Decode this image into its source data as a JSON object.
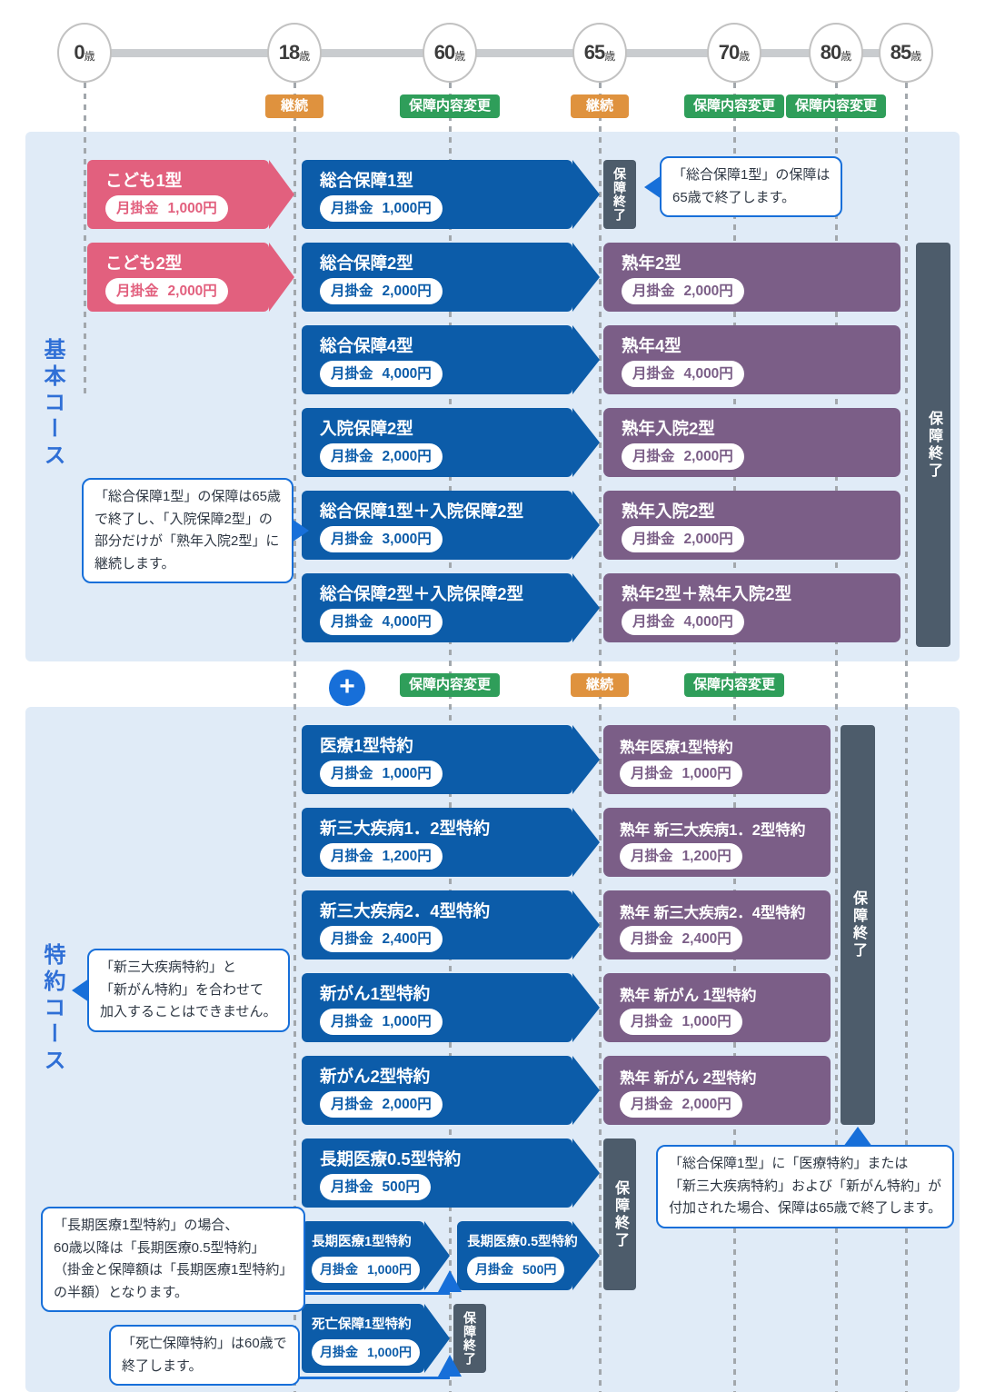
{
  "colors": {
    "blue": "#0c5ca9",
    "pink": "#e2607e",
    "purple": "#7b5e87",
    "slate": "#4d5c6b",
    "green": "#2f9e5a",
    "orange": "#df923e",
    "accent": "#176fd9",
    "panel": "#e0ebf7",
    "text": "#2e3743",
    "dash_gray": "#a2a7ac",
    "timeline_gray": "#c9cccf"
  },
  "icons": {
    "plus": "+"
  },
  "timeline": {
    "ages": [
      {
        "age": "0",
        "num": "0",
        "unit": "歳"
      },
      {
        "age": "18",
        "num": "18",
        "unit": "歳"
      },
      {
        "age": "60",
        "num": "60",
        "unit": "歳"
      },
      {
        "age": "65",
        "num": "65",
        "unit": "歳"
      },
      {
        "age": "70",
        "num": "70",
        "unit": "歳"
      },
      {
        "age": "80",
        "num": "80",
        "unit": "歳"
      },
      {
        "age": "85",
        "num": "85",
        "unit": "歳"
      }
    ]
  },
  "badges_top": [
    {
      "label": "継続",
      "type": "orange",
      "at": "18"
    },
    {
      "label": "保障内容変更",
      "type": "green",
      "at": "60"
    },
    {
      "label": "継続",
      "type": "orange",
      "at": "65"
    },
    {
      "label": "保障内容変更",
      "type": "green",
      "at": "70"
    },
    {
      "label": "保障内容変更",
      "type": "green",
      "at": "80"
    }
  ],
  "badges_mid": [
    {
      "label": "保障内容変更",
      "type": "green",
      "at": "60"
    },
    {
      "label": "継続",
      "type": "orange",
      "at": "65"
    },
    {
      "label": "保障内容変更",
      "type": "green",
      "at": "70"
    }
  ],
  "sections": {
    "basic": {
      "label": "基本コース",
      "rows": [
        {
          "segments": [
            {
              "kind": "pink",
              "from": "0",
              "to": "18",
              "title": "こども1型",
              "fee_label": "月掛金",
              "fee": "1,000円"
            },
            {
              "kind": "blue",
              "from": "18",
              "to": "65",
              "title": "総合保障1型",
              "fee_label": "月掛金",
              "fee": "1,000円"
            },
            {
              "kind": "endbar",
              "at": "65",
              "label": "保障終了"
            }
          ]
        },
        {
          "segments": [
            {
              "kind": "pink",
              "from": "0",
              "to": "18",
              "title": "こども2型",
              "fee_label": "月掛金",
              "fee": "2,000円"
            },
            {
              "kind": "blue",
              "from": "18",
              "to": "65",
              "title": "総合保障2型",
              "fee_label": "月掛金",
              "fee": "2,000円"
            },
            {
              "kind": "purple",
              "from": "65",
              "to": "85",
              "title": "熟年2型",
              "fee_label": "月掛金",
              "fee": "2,000円"
            }
          ]
        },
        {
          "segments": [
            {
              "kind": "blue",
              "from": "18",
              "to": "65",
              "title": "総合保障4型",
              "fee_label": "月掛金",
              "fee": "4,000円"
            },
            {
              "kind": "purple",
              "from": "65",
              "to": "85",
              "title": "熟年4型",
              "fee_label": "月掛金",
              "fee": "4,000円"
            }
          ]
        },
        {
          "segments": [
            {
              "kind": "blue",
              "from": "18",
              "to": "65",
              "title": "入院保障2型",
              "fee_label": "月掛金",
              "fee": "2,000円"
            },
            {
              "kind": "purple",
              "from": "65",
              "to": "85",
              "title": "熟年入院2型",
              "fee_label": "月掛金",
              "fee": "2,000円"
            }
          ]
        },
        {
          "segments": [
            {
              "kind": "blue",
              "from": "18",
              "to": "65",
              "title": "総合保障1型＋入院保障2型",
              "fee_label": "月掛金",
              "fee": "3,000円"
            },
            {
              "kind": "purple",
              "from": "65",
              "to": "85",
              "title": "熟年入院2型",
              "fee_label": "月掛金",
              "fee": "2,000円"
            }
          ]
        },
        {
          "segments": [
            {
              "kind": "blue",
              "from": "18",
              "to": "65",
              "title": "総合保障2型＋入院保障2型",
              "fee_label": "月掛金",
              "fee": "4,000円"
            },
            {
              "kind": "purple",
              "from": "65",
              "to": "85",
              "title": "熟年2型＋熟年入院2型",
              "fee_label": "月掛金",
              "fee": "4,000円"
            }
          ]
        }
      ]
    },
    "rider": {
      "label": "特約コース",
      "rows": [
        {
          "segments": [
            {
              "kind": "blue",
              "from": "18",
              "to": "65",
              "title": "医療1型特約",
              "fee_label": "月掛金",
              "fee": "1,000円"
            },
            {
              "kind": "purple",
              "from": "65",
              "to": "80",
              "title": "熟年医療1型特約",
              "fee_label": "月掛金",
              "fee": "1,000円"
            }
          ]
        },
        {
          "segments": [
            {
              "kind": "blue",
              "from": "18",
              "to": "65",
              "title": "新三大疾病1．2型特約",
              "fee_label": "月掛金",
              "fee": "1,200円"
            },
            {
              "kind": "purple",
              "from": "65",
              "to": "80",
              "title": "熟年 新三大疾病1．2型特約",
              "fee_label": "月掛金",
              "fee": "1,200円"
            }
          ]
        },
        {
          "segments": [
            {
              "kind": "blue",
              "from": "18",
              "to": "65",
              "title": "新三大疾病2．4型特約",
              "fee_label": "月掛金",
              "fee": "2,400円"
            },
            {
              "kind": "purple",
              "from": "65",
              "to": "80",
              "title": "熟年 新三大疾病2．4型特約",
              "fee_label": "月掛金",
              "fee": "2,400円"
            }
          ]
        },
        {
          "segments": [
            {
              "kind": "blue",
              "from": "18",
              "to": "65",
              "title": "新がん1型特約",
              "fee_label": "月掛金",
              "fee": "1,000円"
            },
            {
              "kind": "purple",
              "from": "65",
              "to": "80",
              "title": "熟年 新がん 1型特約",
              "fee_label": "月掛金",
              "fee": "1,000円"
            }
          ]
        },
        {
          "segments": [
            {
              "kind": "blue",
              "from": "18",
              "to": "65",
              "title": "新がん2型特約",
              "fee_label": "月掛金",
              "fee": "2,000円"
            },
            {
              "kind": "purple",
              "from": "65",
              "to": "80",
              "title": "熟年 新がん 2型特約",
              "fee_label": "月掛金",
              "fee": "2,000円"
            }
          ]
        },
        {
          "segments": [
            {
              "kind": "blue",
              "from": "18",
              "to": "65",
              "title": "長期医療0.5型特約",
              "fee_label": "月掛金",
              "fee": "500円"
            }
          ]
        },
        {
          "segments": [
            {
              "kind": "blue",
              "from": "18",
              "to": "60",
              "title": "長期医療1型特約",
              "fee_label": "月掛金",
              "fee": "1,000円"
            },
            {
              "kind": "blue",
              "from": "60",
              "to": "65",
              "title": "長期医療0.5型特約",
              "fee_label": "月掛金",
              "fee": "500円"
            }
          ]
        },
        {
          "segments": [
            {
              "kind": "blue",
              "from": "18",
              "to": "60",
              "title": "死亡保障1型特約",
              "fee_label": "月掛金",
              "fee": "1,000円"
            },
            {
              "kind": "endbar",
              "at": "60",
              "label": "保障終了"
            }
          ]
        }
      ]
    }
  },
  "tall_bars": [
    {
      "id": "basic_late",
      "label": "保障終了"
    },
    {
      "id": "rider_late",
      "label": "保障終了"
    },
    {
      "id": "rider_choki",
      "label": "保障終了"
    }
  ],
  "callouts": {
    "c1": {
      "tail": "left",
      "lines": [
        "「総合保障1型」の保障は",
        "65歳で終了します。"
      ]
    },
    "c2": {
      "tail": "right",
      "lines": [
        "「総合保障1型」の保障は65歳",
        "で終了し、「入院保障2型」の",
        "部分だけが「熟年入院2型」に",
        "継続します。"
      ]
    },
    "c3": {
      "tail": "left",
      "lines": [
        "「新三大疾病特約」と",
        "「新がん特約」を合わせて",
        "加入することはできません。"
      ]
    },
    "c4": {
      "tail": "none",
      "lines": [
        "「長期医療1型特約」の場合、",
        "60歳以降は「長期医療0.5型特約」",
        "（掛金と保障額は「長期医療1型特約」",
        "の半額）となります。"
      ]
    },
    "c5": {
      "tail": "none",
      "lines": [
        "「死亡保障特約」は60歳で",
        "終了します。"
      ]
    },
    "c6": {
      "tail": "top",
      "lines": [
        "「総合保障1型」に「医療特約」または",
        "「新三大疾病特約」および「新がん特約」が",
        "付加された場合、保障は65歳で終了します。"
      ]
    }
  }
}
